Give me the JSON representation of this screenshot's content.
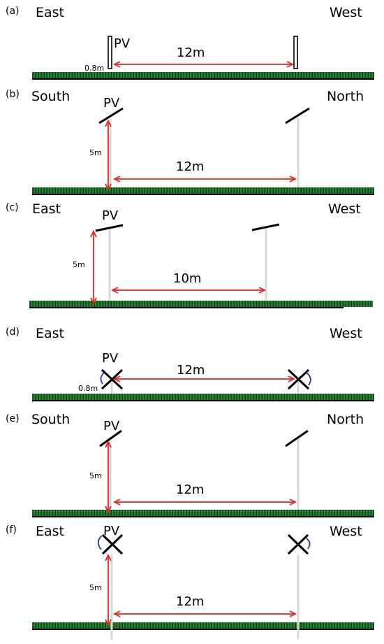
{
  "panels": [
    {
      "label": "(a)",
      "left": "East",
      "right": "West",
      "pv": "PV",
      "distance": "12m",
      "height": "0.8m"
    },
    {
      "label": "(b)",
      "left": "South",
      "right": "North",
      "pv": "PV",
      "distance": "12m",
      "height": "5m"
    },
    {
      "label": "(c)",
      "left": "East",
      "right": "West",
      "pv": "PV",
      "distance": "10m",
      "height": "5m"
    },
    {
      "label": "(d)",
      "left": "East",
      "right": "West",
      "pv": "PV",
      "distance": "12m",
      "height": "0.8m"
    },
    {
      "label": "(e)",
      "left": "South",
      "right": "North",
      "pv": "PV",
      "distance": "12m",
      "height": "5m"
    },
    {
      "label": "(f)",
      "left": "East",
      "right": "West",
      "pv": "PV",
      "distance": "12m",
      "height": "5m"
    }
  ],
  "colors": {
    "ground": "#000000",
    "grass": "#1f8a2a",
    "arrow": "#e8231f",
    "pole": "#d8d8d8",
    "panel": "#000000",
    "rotation": "#2a3aa8"
  }
}
